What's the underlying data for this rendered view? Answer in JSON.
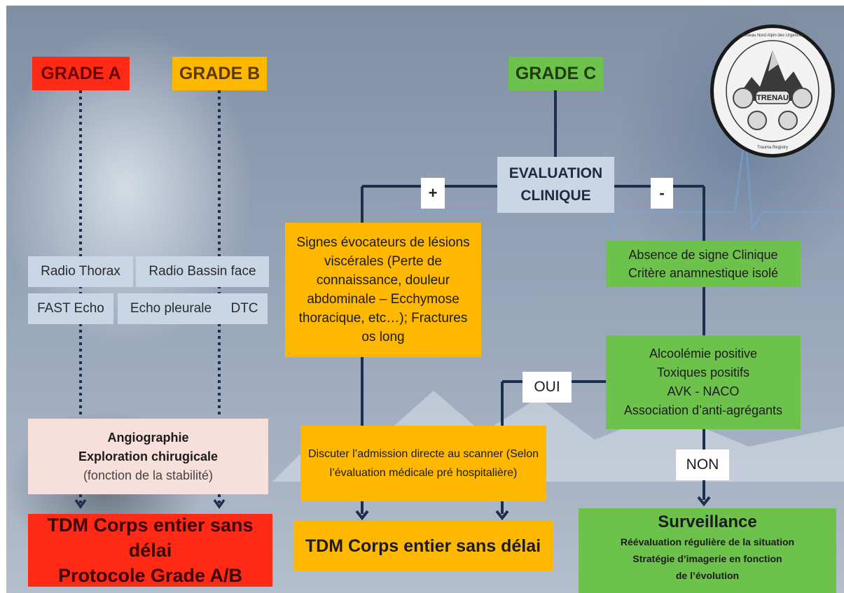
{
  "grades": {
    "a": "GRADE A",
    "b": "GRADE B",
    "c": "GRADE C"
  },
  "exams": [
    "Radio Thorax",
    "Radio Bassin face",
    "FAST Echo",
    "Echo pleurale",
    "DTC"
  ],
  "angio": {
    "line1": "Angiographie",
    "line2": "Exploration chirugicale",
    "line3": "(fonction de la stabilité)"
  },
  "tdm_ab": {
    "line1": "TDM Corps entier sans délai",
    "line2": "Protocole Grade A/B"
  },
  "evaluation": {
    "line1": "EVALUATION",
    "line2": "CLINIQUE",
    "plus": "+",
    "minus": "-"
  },
  "signes": "Signes évocateurs de lésions viscérales (Perte de connaissance, douleur abdominale – Ecchymose thoracique, etc…); Fractures os long",
  "discuter": "Discuter l’admission directe au scanner (Selon l’évaluation médicale pré hospitalière)",
  "tdm_center": "TDM Corps entier sans délai",
  "absence": {
    "line1": "Absence de signe Clinique",
    "line2": "Critère anamnestique isolé"
  },
  "criteria": [
    "Alcoolémie positive",
    "Toxiques positifs",
    "AVK - NACO",
    "Association d’anti-agrégants"
  ],
  "oui": "OUI",
  "non": "NON",
  "surveillance": {
    "title": "Surveillance",
    "line1": "Réévaluation régulière de la situation",
    "line2": "Stratégie d’imagerie en fonction",
    "line3": "de l’évolution"
  },
  "logo": {
    "name": "TRENAU",
    "arc_top": "Réseau Nord Alpin des Urgences",
    "arc_bottom": "Trauma Registry"
  },
  "colors": {
    "grade_a": "#ff2a16",
    "grade_b": "#ffb800",
    "grade_c": "#6cc24a",
    "connector": "#1c2f4d"
  }
}
